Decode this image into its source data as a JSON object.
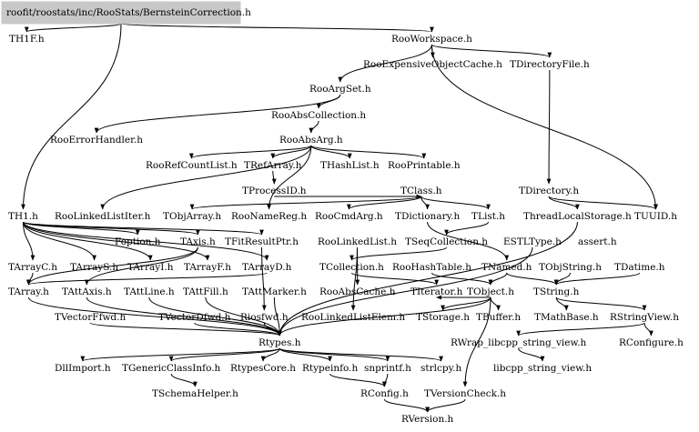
{
  "graph": {
    "root": "roofit/roostats/inc/RooStats/BernsteinCorrection.h",
    "nodes": [
      "TH1F.h",
      "RooWorkspace.h",
      "RooExpensiveObjectCache.h",
      "TDirectoryFile.h",
      "RooArgSet.h",
      "RooAbsCollection.h",
      "RooErrorHandler.h",
      "RooAbsArg.h",
      "RooRefCountList.h",
      "TRefArray.h",
      "THashList.h",
      "RooPrintable.h",
      "TProcessID.h",
      "TDirectory.h",
      "TClass.h",
      "TH1.h",
      "RooLinkedListIter.h",
      "TObjArray.h",
      "RooNameReg.h",
      "RooCmdArg.h",
      "TDictionary.h",
      "TList.h",
      "ThreadLocalStorage.h",
      "TUUID.h",
      "Foption.h",
      "TAxis.h",
      "TFitResultPtr.h",
      "RooLinkedList.h",
      "TSeqCollection.h",
      "ESTLType.h",
      "assert.h",
      "TArrayC.h",
      "TArrayS.h",
      "TArrayI.h",
      "TArrayF.h",
      "TArrayD.h",
      "TCollection.h",
      "RooHashTable.h",
      "TNamed.h",
      "TObjString.h",
      "TDatime.h",
      "TArray.h",
      "TAttAxis.h",
      "TAttLine.h",
      "TAttFill.h",
      "TAttMarker.h",
      "RooAbsCache.h",
      "TIterator.h",
      "TObject.h",
      "TString.h",
      "TVectorFfwd.h",
      "TVectorDfwd.h",
      "Riosfwd.h",
      "RooLinkedListElem.h",
      "TStorage.h",
      "TBuffer.h",
      "TMathBase.h",
      "RStringView.h",
      "Rtypes.h",
      "RWrap_libcpp_string_view.h",
      "RConfigure.h",
      "DllImport.h",
      "TGenericClassInfo.h",
      "RtypesCore.h",
      "Rtypeinfo.h",
      "snprintf.h",
      "strlcpy.h",
      "libcpp_string_view.h",
      "TSchemaHelper.h",
      "RConfig.h",
      "TVersionCheck.h",
      "RVersion.h"
    ]
  }
}
